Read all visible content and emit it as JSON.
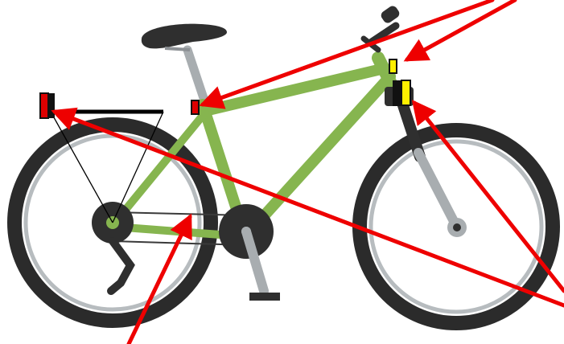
{
  "diagram": {
    "subject": "bicycle",
    "colors": {
      "frame": "#86b54f",
      "tire": "#2b2b2b",
      "rim": "#b7bcbf",
      "hub_and_parts": "#2f2f2f",
      "fork_and_seatpost": "#a8adb0",
      "arrow": "#ee0000",
      "rear_light": "#dd0000",
      "front_light": "#ffef00",
      "reflector_outline": "#111111",
      "rack": "#000000",
      "background": "#ffffff"
    },
    "markers": [
      {
        "id": "rear-light",
        "fill": "rear_light",
        "count": 1
      },
      {
        "id": "seat-tube-reflector",
        "fill": "rear_light",
        "count": 1
      },
      {
        "id": "head-tube-reflector",
        "fill": "front_light",
        "count": 1
      },
      {
        "id": "front-light",
        "fill": "front_light",
        "count": 1
      }
    ],
    "arrow_count": 5
  }
}
